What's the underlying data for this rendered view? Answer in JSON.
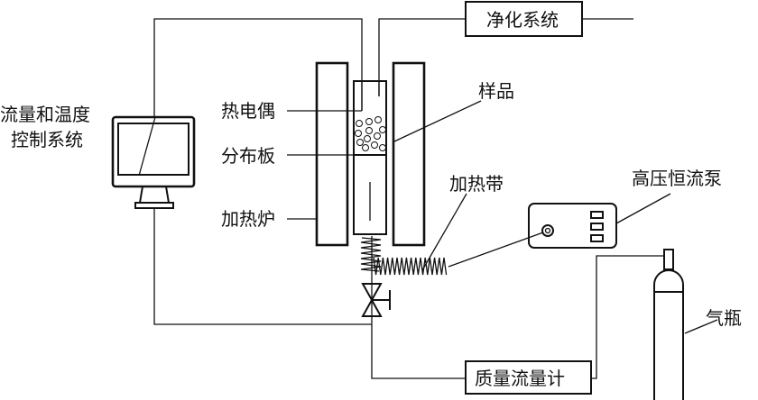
{
  "labels": {
    "control_system_line1": "流量和温度",
    "control_system_line2": "控制系统",
    "purification": "净化系统",
    "thermocouple": "热电偶",
    "distributor": "分布板",
    "furnace": "加热炉",
    "sample": "样品",
    "heating_tape": "加热带",
    "pump": "高压恒流泵",
    "gas_cylinder": "气瓶",
    "mass_flow_meter": "质量流量计"
  },
  "colors": {
    "line": "#111111",
    "background": "#ffffff"
  }
}
